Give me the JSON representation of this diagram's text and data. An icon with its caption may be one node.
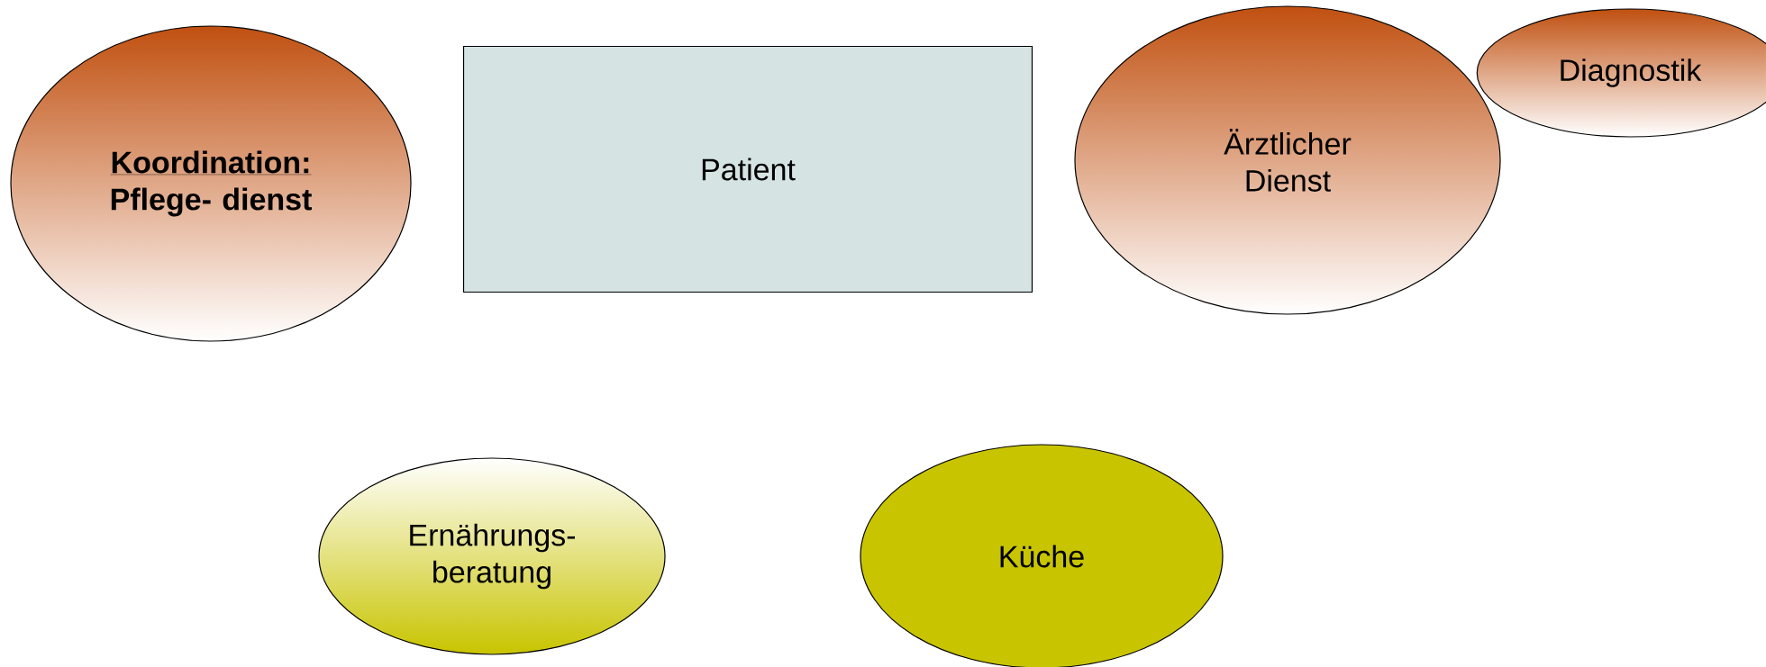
{
  "diagram": {
    "nodes": [
      {
        "text": [
          "Koordination:",
          "Pflege- dienst"
        ]
      },
      {
        "text": [
          "Patient"
        ]
      },
      {
        "text": [
          "Ärztlicher Dienst"
        ]
      },
      {
        "text": [
          "Diagnostik"
        ]
      },
      {
        "text": [
          "Ernährungs- beratung"
        ]
      },
      {
        "text": [
          "Küche"
        ]
      }
    ]
  }
}
